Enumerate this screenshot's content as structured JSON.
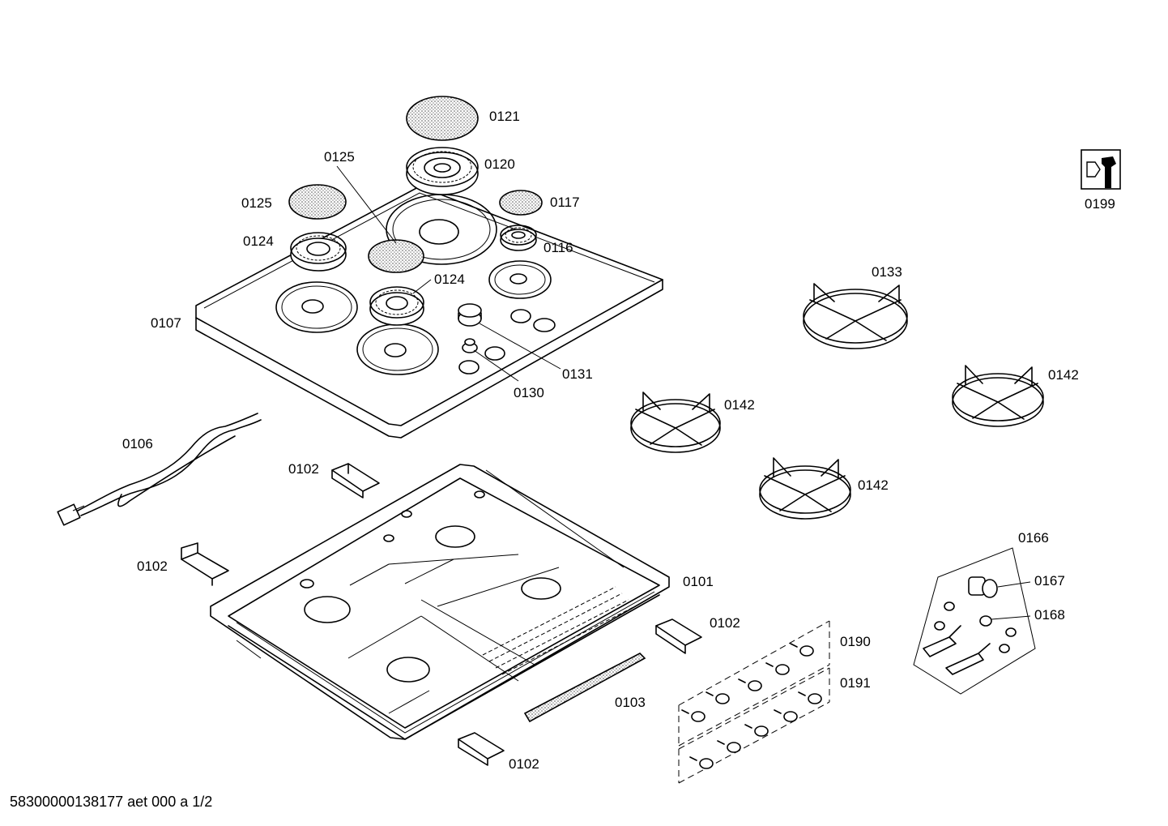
{
  "labels": {
    "l0121": "0121",
    "l0120": "0120",
    "l0125a": "0125",
    "l0125b": "0125",
    "l0117": "0117",
    "l0124a": "0124",
    "l0124b": "0124",
    "l0116": "0116",
    "l0107": "0107",
    "l0131": "0131",
    "l0130": "0130",
    "l0199": "0199",
    "l0133": "0133",
    "l0142a": "0142",
    "l0142b": "0142",
    "l0142c": "0142",
    "l0106": "0106",
    "l0102a": "0102",
    "l0102b": "0102",
    "l0102c": "0102",
    "l0102d": "0102",
    "l0101": "0101",
    "l0103": "0103",
    "l0166": "0166",
    "l0167": "0167",
    "l0168": "0168",
    "l0190": "0190",
    "l0191": "0191"
  },
  "footer": "58300000138177 aet 000 a 1/2",
  "icons": {
    "tool": "wrench-icon"
  }
}
